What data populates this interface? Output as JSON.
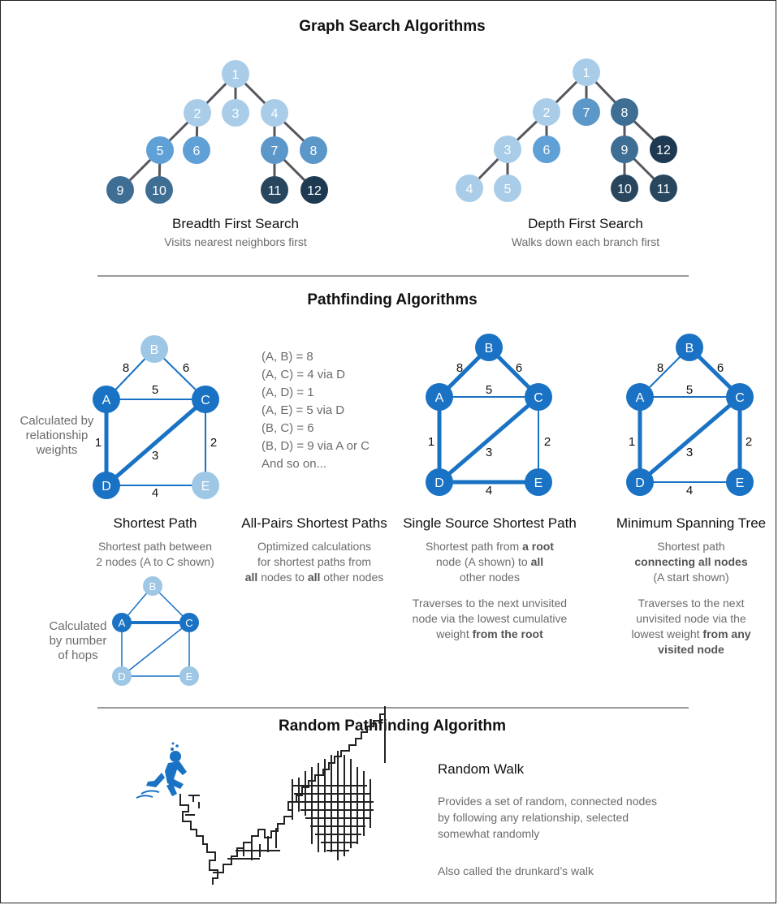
{
  "colors": {
    "light": "#a9cde8",
    "light2": "#9ec7e6",
    "mid": "#5fa0d6",
    "midblue": "#5b97c9",
    "steel": "#3f6e95",
    "dark": "#28475f",
    "darkest": "#1e3a52",
    "strong": "#1a72c4",
    "edge": "#55565e"
  },
  "sections": {
    "graph_search": "Graph Search Algorithms",
    "pathfinding": "Pathfinding Algorithms",
    "random": "Random Pathfinding Algorithm"
  },
  "bfs": {
    "title": "Breadth First Search",
    "subtitle": "Visits nearest neighbors first",
    "nodes": [
      "1",
      "2",
      "3",
      "4",
      "5",
      "6",
      "7",
      "8",
      "9",
      "10",
      "11",
      "12"
    ]
  },
  "dfs": {
    "title": "Depth First Search",
    "subtitle": "Walks down each branch first",
    "nodes": [
      "1",
      "2",
      "7",
      "8",
      "3",
      "6",
      "9",
      "12",
      "4",
      "5",
      "10",
      "11"
    ]
  },
  "shortest_path": {
    "title": "Shortest Path",
    "desc": [
      "Shortest path between",
      "2 nodes (A to C shown)"
    ],
    "side_weights": [
      "Calculated by",
      "relationship",
      "weights"
    ],
    "side_hops": [
      "Calculated",
      "by number",
      "of hops"
    ]
  },
  "graph": {
    "nodes": [
      "A",
      "B",
      "C",
      "D",
      "E"
    ],
    "weights": {
      "ab": "8",
      "bc": "6",
      "ac": "5",
      "ad": "1",
      "dc": "3",
      "ce": "2",
      "de": "4"
    }
  },
  "all_pairs": {
    "title": "All-Pairs Shortest Paths",
    "pairs": [
      "(A, B) = 8",
      "(A, C) = 4 via D",
      "(A, D) = 1",
      "(A, E) = 5 via D",
      "(B, C) = 6",
      "(B, D) = 9 via A or C",
      "And so on..."
    ],
    "desc1": "Optimized calculations",
    "desc2": "for shortest paths from",
    "desc3_a": "all",
    "desc3_b": " nodes to ",
    "desc3_c": "all",
    "desc3_d": " other nodes"
  },
  "sssp": {
    "title": "Single Source Shortest Path",
    "d1_a": "Shortest path from ",
    "d1_b": "a root",
    "d2_a": "node (A shown) to ",
    "d2_b": "all",
    "d3": "other nodes",
    "d4": "Traverses to the next unvisited",
    "d5": "node via the  lowest cumulative",
    "d6_a": "weight ",
    "d6_b": "from the root"
  },
  "mst": {
    "title": "Minimum Spanning Tree",
    "d1": "Shortest path",
    "d2": "connecting all nodes",
    "d3": "(A start shown)",
    "d4": "Traverses to the next",
    "d5": "unvisited node via the",
    "d6_a": "lowest weight ",
    "d6_b": "from any",
    "d7": "visited node"
  },
  "random_walk": {
    "title": "Random Walk",
    "desc": [
      "Provides a set of random, connected nodes",
      "by following any relationship, selected",
      "somewhat  randomly"
    ],
    "note": "Also called the drunkard’s walk",
    "icon": "drunk-walker-icon"
  }
}
